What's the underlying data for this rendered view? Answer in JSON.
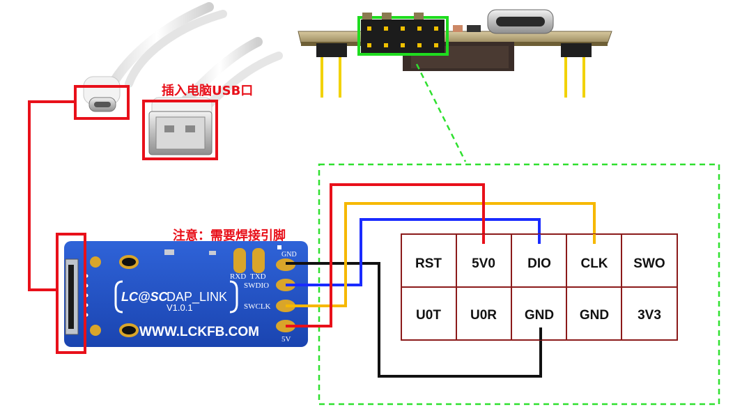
{
  "annotations": {
    "usb_note": "插入电脑USB口",
    "solder_note": "注意：需要焊接引脚"
  },
  "board": {
    "logo": "LC@SC",
    "name": "DAP_LINK",
    "version": "V1.0.1",
    "url": "WWW.LCKFB.COM",
    "label_rxd": "RXD",
    "label_txd": "TXD",
    "pins": [
      "GND",
      "SWDIO",
      "SWCLK",
      "5V"
    ]
  },
  "header_table": {
    "row1": [
      "RST",
      "5V0",
      "DIO",
      "CLK",
      "SWO"
    ],
    "row2": [
      "U0T",
      "U0R",
      "GND",
      "GND",
      "3V3"
    ]
  },
  "colors": {
    "wire_5v": "#e8101a",
    "wire_clk": "#f6b800",
    "wire_dio": "#1a2bff",
    "wire_gnd": "#111111",
    "highlight": "#e8101a",
    "dashed": "#2fe02f",
    "table_border": "#8b1a1a",
    "board_blue": "#1f52c8",
    "pad_gold": "#d9a52a"
  },
  "icons": [
    "usb-c-plug-icon",
    "usb-a-plug-icon",
    "pin-header-icon",
    "usb-c-port-icon"
  ]
}
